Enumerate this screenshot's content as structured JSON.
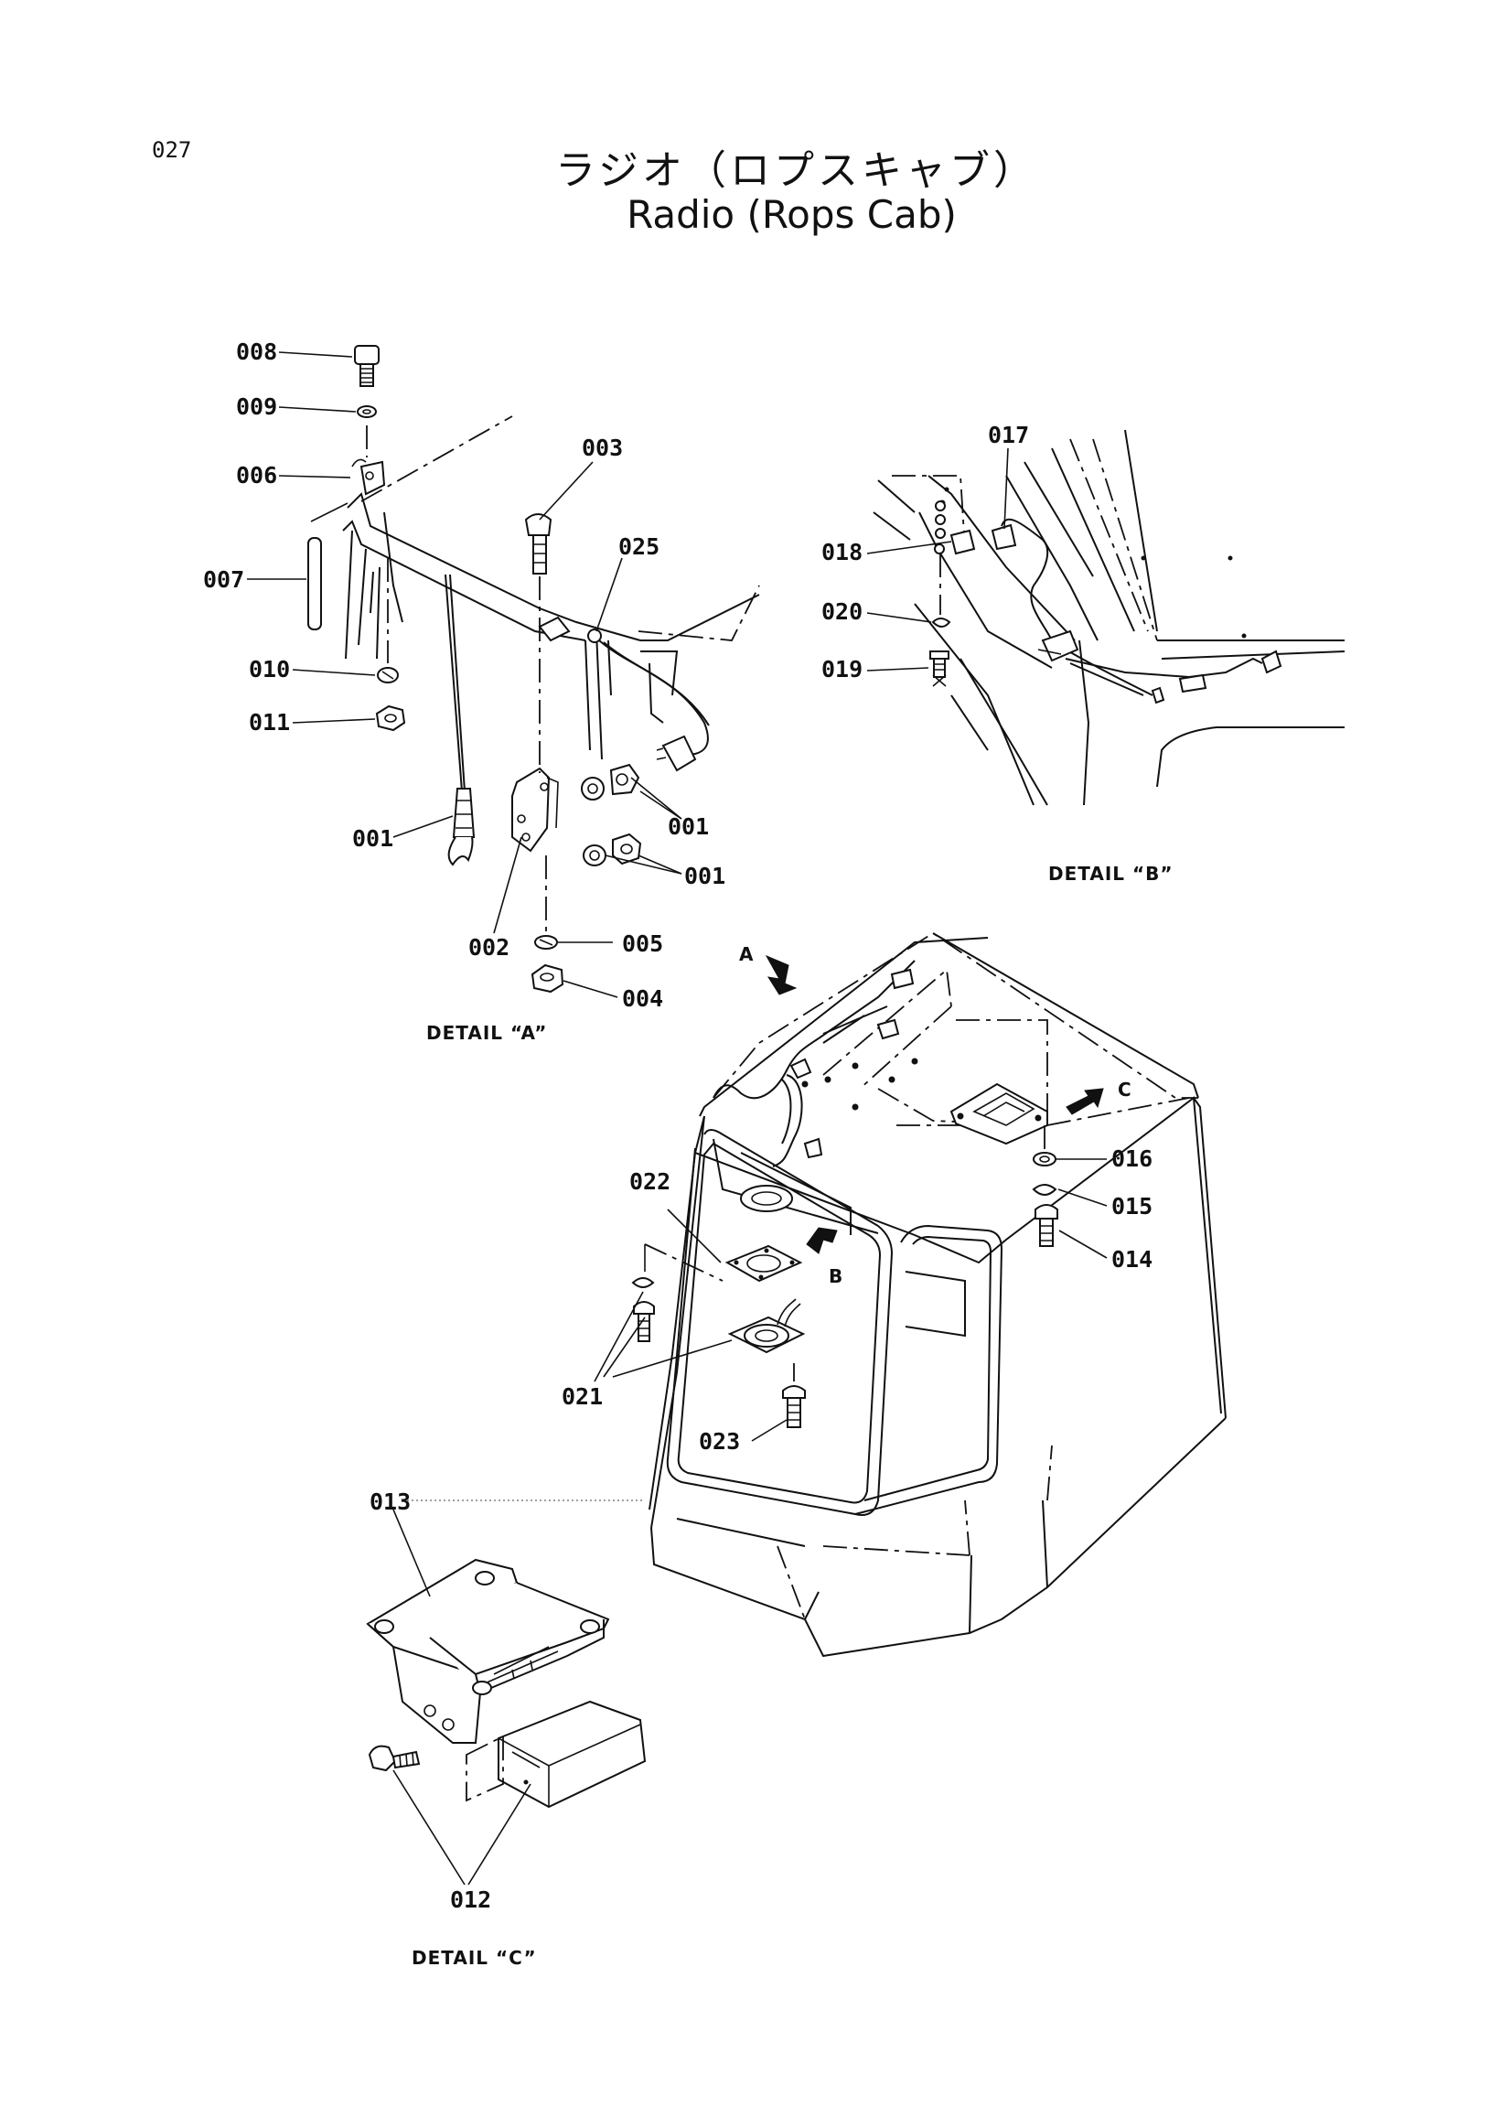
{
  "page": {
    "number": "027"
  },
  "title": {
    "japanese": "ラジオ（ロプスキャブ）",
    "english": "Radio (Rops Cab)"
  },
  "details": {
    "a": "DETAIL “A”",
    "b": "DETAIL “B”",
    "c": "DETAIL “C”"
  },
  "view_arrows": {
    "a": "A",
    "b": "B",
    "c": "C"
  },
  "parts": {
    "p001": "001",
    "p002": "002",
    "p003": "003",
    "p004": "004",
    "p005": "005",
    "p006": "006",
    "p007": "007",
    "p008": "008",
    "p009": "009",
    "p010": "010",
    "p011": "011",
    "p012": "012",
    "p013": "013",
    "p014": "014",
    "p015": "015",
    "p016": "016",
    "p017": "017",
    "p018": "018",
    "p019": "019",
    "p020": "020",
    "p021": "021",
    "p022": "022",
    "p023": "023",
    "p025": "025"
  }
}
